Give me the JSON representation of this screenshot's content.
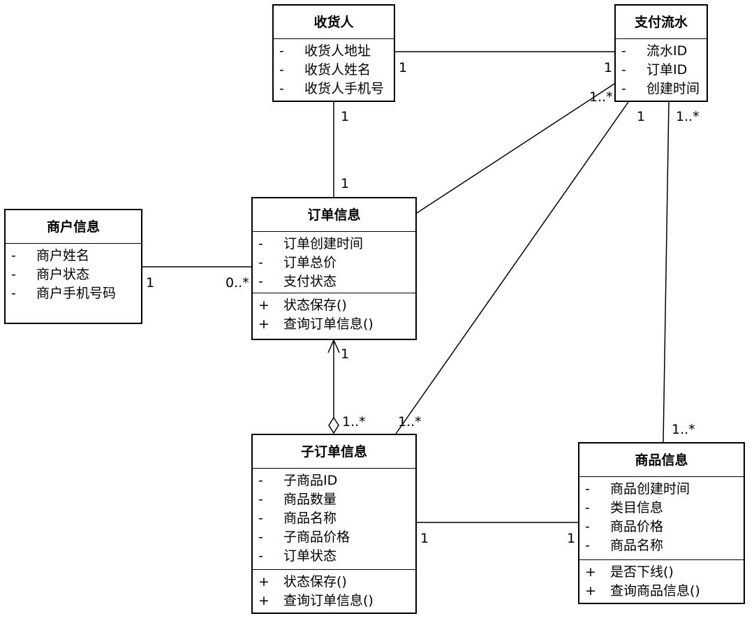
{
  "classes": {
    "consignee": {
      "title": "收货人",
      "attributes": [
        {
          "vis": "-",
          "name": "收货人地址"
        },
        {
          "vis": "-",
          "name": "收货人姓名"
        },
        {
          "vis": "-",
          "name": "收货人手机号"
        }
      ]
    },
    "payment_flow": {
      "title": "支付流水",
      "attributes": [
        {
          "vis": "-",
          "name": "流水ID"
        },
        {
          "vis": "-",
          "name": "订单ID"
        },
        {
          "vis": "-",
          "name": "创建时间"
        }
      ]
    },
    "merchant": {
      "title": "商户信息",
      "attributes": [
        {
          "vis": "-",
          "name": "商户姓名"
        },
        {
          "vis": "-",
          "name": "商户状态"
        },
        {
          "vis": "-",
          "name": "商户手机号码"
        }
      ]
    },
    "order": {
      "title": "订单信息",
      "attributes": [
        {
          "vis": "-",
          "name": "订单创建时间"
        },
        {
          "vis": "-",
          "name": "订单总价"
        },
        {
          "vis": "-",
          "name": "支付状态"
        }
      ],
      "operations": [
        {
          "vis": "+",
          "name": "状态保存()"
        },
        {
          "vis": "+",
          "name": "查询订单信息()"
        }
      ]
    },
    "sub_order": {
      "title": "子订单信息",
      "attributes": [
        {
          "vis": "-",
          "name": "子商品ID"
        },
        {
          "vis": "-",
          "name": "商品数量"
        },
        {
          "vis": "-",
          "name": "商品名称"
        },
        {
          "vis": "-",
          "name": "子商品价格"
        },
        {
          "vis": "-",
          "name": "订单状态"
        }
      ],
      "operations": [
        {
          "vis": "+",
          "name": "状态保存()"
        },
        {
          "vis": "+",
          "name": "查询订单信息()"
        }
      ]
    },
    "product": {
      "title": "商品信息",
      "attributes": [
        {
          "vis": "-",
          "name": "商品创建时间"
        },
        {
          "vis": "-",
          "name": "类目信息"
        },
        {
          "vis": "-",
          "name": "商品价格"
        },
        {
          "vis": "-",
          "name": "商品名称"
        }
      ],
      "operations": [
        {
          "vis": "+",
          "name": "是否下线()"
        },
        {
          "vis": "+",
          "name": "查询商品信息()"
        }
      ]
    }
  },
  "multiplicities": {
    "consignee_payment_near_consignee": "1",
    "consignee_payment_near_payment": "1",
    "consignee_order_near_consignee": "1",
    "consignee_order_near_order": "1",
    "payment_order_near_payment": "1..*",
    "payment_suborder_near_payment": "1",
    "payment_product_near_payment": "1..*",
    "merchant_order_near_merchant": "1",
    "merchant_order_near_order": "0..*",
    "order_suborder_near_order": "1",
    "order_suborder_near_suborder": "1..*",
    "payment_suborder_near_suborder": "1..*",
    "payment_product_near_product": "1..*",
    "suborder_product_near_suborder": "1",
    "suborder_product_near_product": "1"
  }
}
